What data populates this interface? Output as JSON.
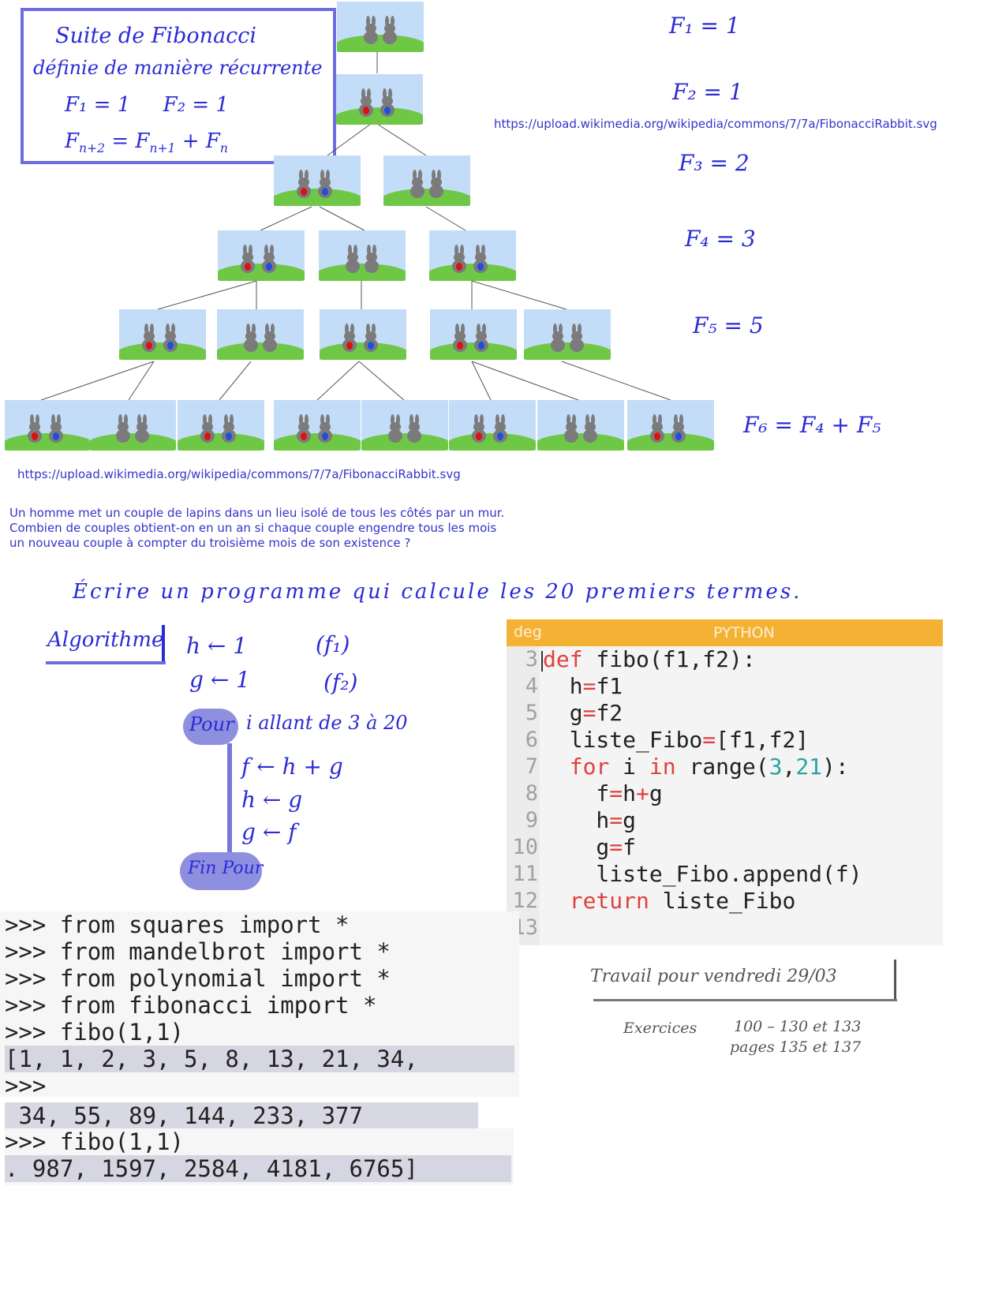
{
  "definition": {
    "line1": "Suite de Fibonacci",
    "line2": "définie de manière récurrente",
    "f1": "F₁ = 1",
    "f2": "F₂ = 1",
    "recurrence_a": "F",
    "recurrence_a_sub": "n+2",
    "recurrence_b": " = F",
    "recurrence_b_sub": "n+1",
    "recurrence_c": " + F",
    "recurrence_c_sub": "n"
  },
  "source_url": "https://upload.wikimedia.org/wikipedia/commons/7/7a/FibonacciRabbit.svg",
  "fib_values": {
    "f1": "F₁ = 1",
    "f2": "F₂ = 1",
    "f3": "F₃ = 2",
    "f4": "F₄ = 3",
    "f5": "F₅ = 5",
    "f6": "F₆ = F₄ + F₅"
  },
  "story": {
    "line1": "Un homme met un couple de lapins dans un lieu isolé de tous les côtés par un mur.",
    "line2": "Combien de couples obtient-on en un an si chaque couple engendre tous les mois",
    "line3": "un nouveau couple à compter du troisième mois de son existence ?"
  },
  "task": "Écrire un programme qui calcule les 20 premiers termes.",
  "algorithm": {
    "title": "Algorithme",
    "h_init": "h ← 1",
    "h_note": "(f₁)",
    "g_init": "g ← 1",
    "g_note": "(f₂)",
    "pour": "Pour",
    "loop_range": "i allant de 3 à 20",
    "step1": "f ← h + g",
    "step2": "h ← g",
    "step3": "g ← f",
    "fin_pour": "Fin Pour"
  },
  "editor": {
    "mode": "deg",
    "language": "PYTHON",
    "line_numbers": [
      "3",
      "4",
      "5",
      "6",
      "7",
      "8",
      "9",
      "10",
      "11",
      "12",
      "13"
    ]
  },
  "travail": {
    "title": "Travail pour vendredi 29/03",
    "exercices": "Exercices",
    "numbers": "100 – 130 et 133",
    "pages": "pages 135 et 137"
  },
  "console": {
    "lines": [
      ">>> from squares import *",
      ">>> from mandelbrot import *",
      ">>> from polynomial import *",
      ">>> from fibonacci import *",
      ">>> fibo(1,1)",
      "[1, 1, 2, 3, 5, 8, 13, 21, 34,",
      ">>>"
    ],
    "out2": " 34, 55, 89, 144, 233, 377",
    "again": ">>> fibo(1,1)",
    "out3": ". 987, 1597, 2584, 4181, 6765]"
  }
}
